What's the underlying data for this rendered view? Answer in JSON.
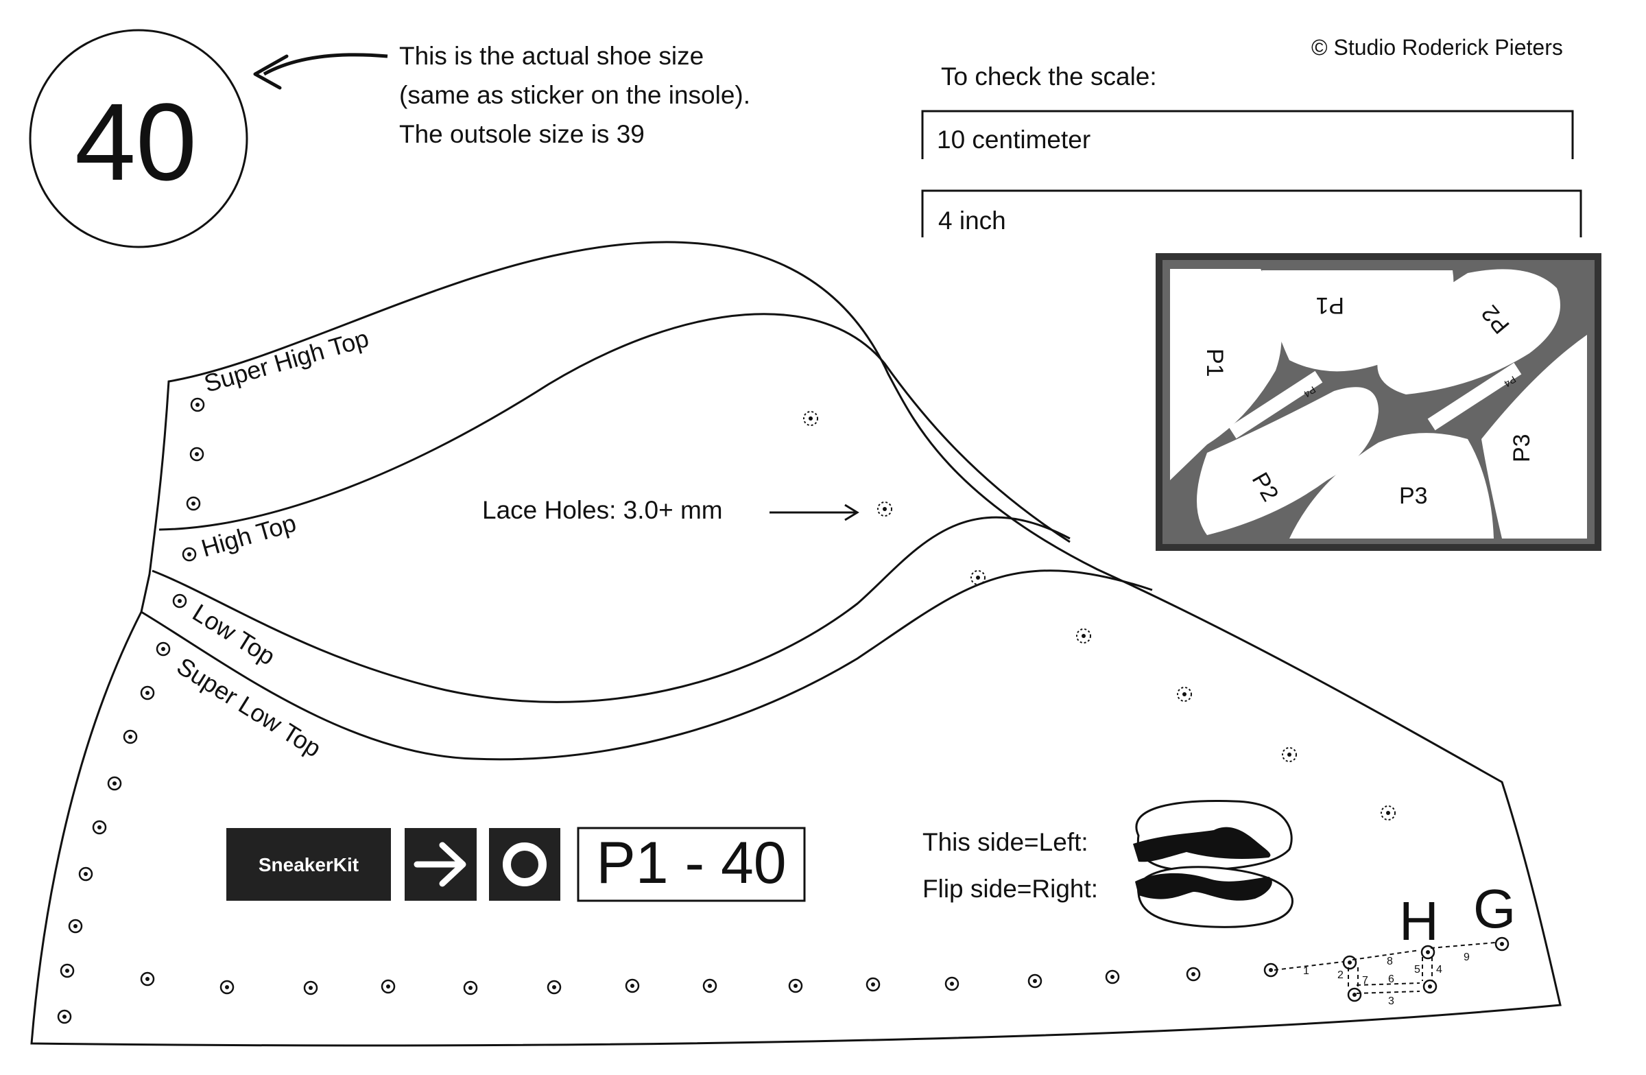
{
  "size_badge": {
    "size": "40"
  },
  "size_note": {
    "line1": "This is the actual shoe size",
    "line2": "(same as sticker on the insole).",
    "line3": "The outsole size is 39"
  },
  "copyright": "© Studio Roderick Pieters",
  "scale_check": {
    "heading": "To check the scale:",
    "bar_cm": "10 centimeter",
    "bar_inch": "4 inch"
  },
  "layout_inset": {
    "labels": [
      "P1",
      "P1",
      "P2",
      "P2",
      "P3",
      "P3",
      "P4",
      "P4"
    ]
  },
  "collar_lines": {
    "super_high_top": "Super High Top",
    "high_top": "High Top",
    "low_top": "Low Top",
    "super_low_top": "Super Low Top"
  },
  "lace_holes": {
    "label": "Lace Holes: 3.0+ mm"
  },
  "brand": {
    "name": "SneakerKit",
    "arrow_icon": "right-arrow-icon",
    "ring_icon": "ring-icon",
    "part_label": "P1 - 40"
  },
  "side_info": {
    "left": "This side=Left:",
    "right": "Flip side=Right:"
  },
  "stitch_markers": {
    "h": "H",
    "g": "G"
  },
  "stitch_sequence": [
    "1",
    "2",
    "3",
    "4",
    "5",
    "6",
    "7",
    "8",
    "9"
  ],
  "colors": {
    "ink": "#111111",
    "inset_frame": "#333333",
    "inset_fill": "#666666",
    "paper": "#ffffff"
  }
}
